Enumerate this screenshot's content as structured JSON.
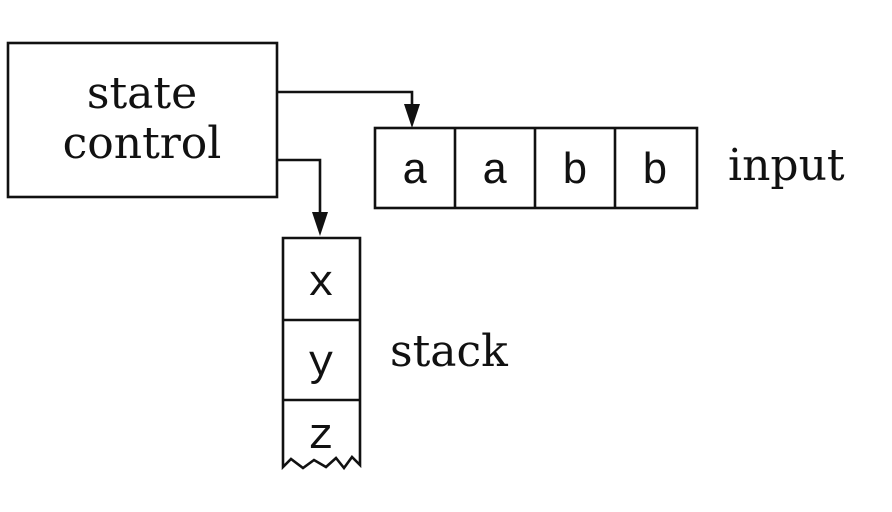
{
  "state_control": {
    "line1": "state",
    "line2": "control"
  },
  "input": {
    "label": "input",
    "cells": [
      "a",
      "a",
      "b",
      "b"
    ]
  },
  "stack": {
    "label": "stack",
    "cells": [
      "x",
      "y",
      "z"
    ]
  },
  "colors": {
    "ink": "#111111",
    "background": "#ffffff"
  }
}
